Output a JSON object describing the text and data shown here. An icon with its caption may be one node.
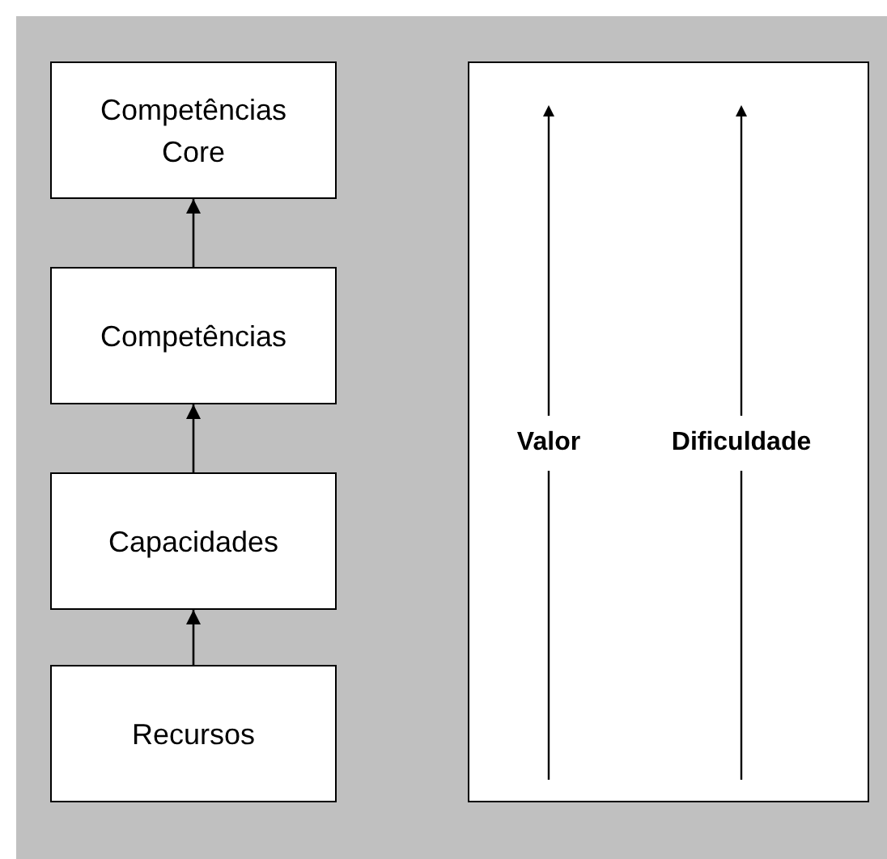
{
  "diagram": {
    "nodes": [
      {
        "text": [
          "Competências Core"
        ]
      },
      {
        "text": [
          "Competências"
        ]
      },
      {
        "text": [
          "Capacidades"
        ]
      },
      {
        "text": [
          "Recursos"
        ]
      },
      {
        "text": [],
        "shape": "box"
      }
    ],
    "edges": [
      {
        "from": 3,
        "to": 2,
        "arrow": "to"
      },
      {
        "from": 2,
        "to": 1,
        "arrow": "to"
      },
      {
        "from": 1,
        "to": 0,
        "arrow": "to"
      }
    ],
    "labels": [
      "Valor",
      "Dificuldade"
    ]
  }
}
